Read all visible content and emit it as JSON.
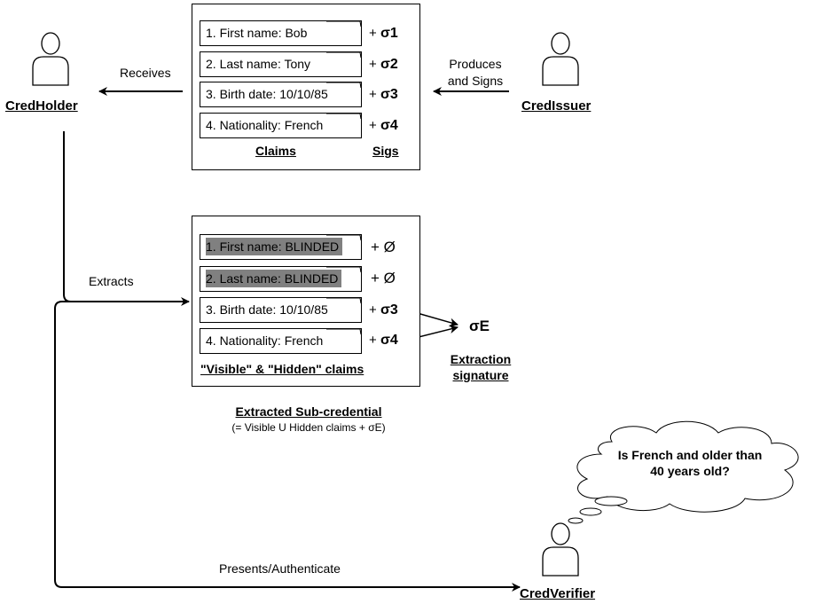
{
  "actors": {
    "holder": "CredHolder",
    "issuer": "CredIssuer",
    "verifier": "CredVerifier"
  },
  "credential": {
    "claims": [
      {
        "text": "1. First name: Bob",
        "sig": "σ1"
      },
      {
        "text": "2. Last name: Tony",
        "sig": "σ2"
      },
      {
        "text": "3. Birth date: 10/10/85",
        "sig": "σ3"
      },
      {
        "text": "4. Nationality: French",
        "sig": "σ4"
      }
    ],
    "claims_label": "Claims",
    "sigs_label": "Sigs",
    "plus": "+"
  },
  "edges": {
    "receives": "Receives",
    "produces_line1": "Produces",
    "produces_line2": "and Signs",
    "extracts": "Extracts",
    "presents": "Presents/Authenticate"
  },
  "subcredential": {
    "claims": [
      {
        "text": "1. First name: BLINDED",
        "sig": "Ø",
        "hidden": true
      },
      {
        "text": "2. Last name: BLINDED",
        "sig": "Ø",
        "hidden": true
      },
      {
        "text": "3. Birth date: 10/10/85",
        "sig": "σ3",
        "hidden": false
      },
      {
        "text": "4. Nationality: French",
        "sig": "σ4",
        "hidden": false
      }
    ],
    "box_label": "\"Visible\" & \"Hidden\" claims",
    "title": "Extracted Sub-credential",
    "subtitle": "(= Visible U Hidden claims + σE)",
    "extraction_sig": "σE",
    "extraction_label_line1": "Extraction",
    "extraction_label_line2": "signature"
  },
  "thought": {
    "line1": "Is French and older than",
    "line2": "40 years old?"
  }
}
